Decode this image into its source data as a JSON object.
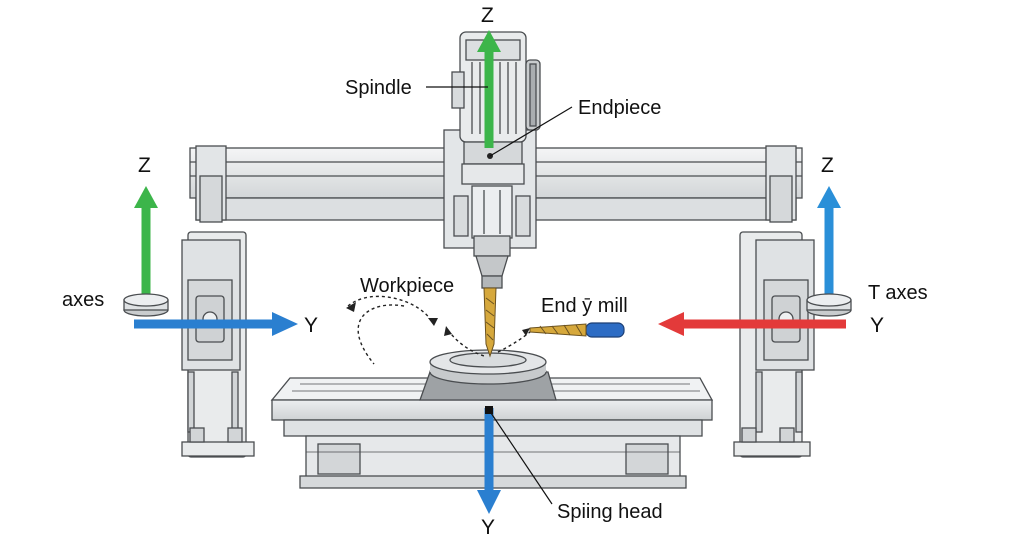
{
  "labels": {
    "spindle": "Spindle",
    "endpiece": "Endpiece",
    "workpiece": "Workpiece",
    "end_mill": "End ȳ mill",
    "spiing_head": "Spiing head",
    "axes_left": "axes",
    "axes_right": "T axes"
  },
  "axis_letters": {
    "top_z": "Z",
    "left_z": "Z",
    "right_z": "Z",
    "left_y": "Y",
    "right_y": "Y",
    "bottom_y": "Y"
  },
  "colors": {
    "z_up": "#3cb54a",
    "z_right": "#2a8fd8",
    "y_left": "#2a7fd0",
    "y_right": "#e33a3a",
    "y_down": "#2a7fd0",
    "machine": "#e9ebec",
    "machine_dark": "#c9ccce",
    "outline": "#4a4d50",
    "tool_gold": "#d6a83c",
    "tool_blue": "#2d6cc4"
  }
}
